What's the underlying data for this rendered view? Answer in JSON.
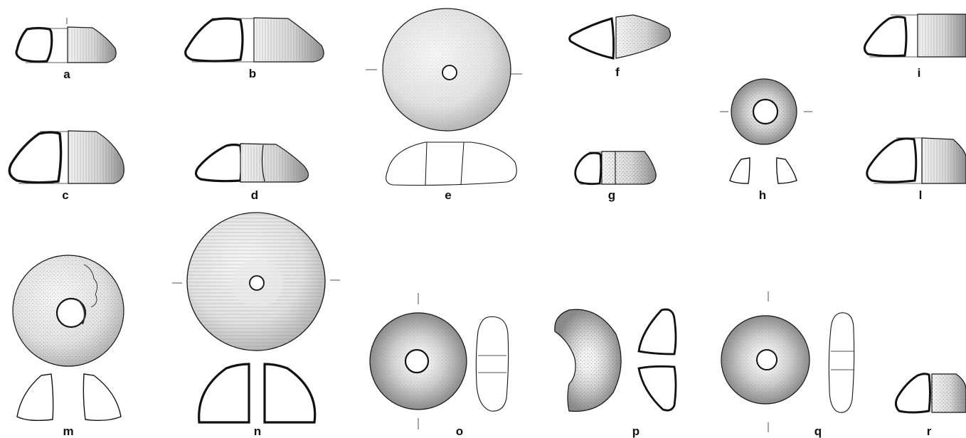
{
  "figure_labels": {
    "a": "a",
    "b": "b",
    "c": "c",
    "d": "d",
    "e": "e",
    "f": "f",
    "g": "g",
    "h": "h",
    "i": "i",
    "l": "l",
    "m": "m",
    "n": "n",
    "o": "o",
    "p": "p",
    "q": "q",
    "r": "r"
  },
  "colors": {
    "ink": "#111111",
    "shade_light": "#f2f2f2",
    "shade_mid": "#d9d9d9",
    "shade_dark": "#9a9a9a"
  }
}
